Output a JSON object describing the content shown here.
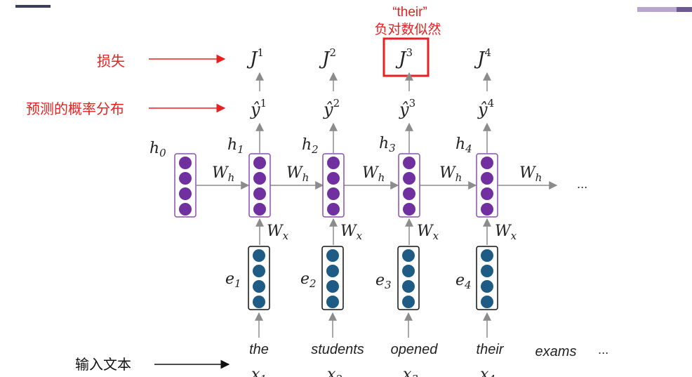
{
  "colors": {
    "hidden_fill": "#7030a0",
    "hidden_border": "#8a4fb0",
    "embed_fill": "#1f5c85",
    "annotation_red": "#e8201f",
    "arrow_gray": "#8c8c8c",
    "top_bar_dark": "#3a3f5c",
    "top_bar_purple": "#b8a6cf"
  },
  "labels": {
    "loss": "损失",
    "pred_dist": "预测的概率分布",
    "input_text": "输入文本",
    "highlight_word": "“their”",
    "highlight_desc": "负对数似然",
    "h0": "0",
    "Wh": "h",
    "Wx": "x",
    "ellipsis": "..."
  },
  "steps": [
    {
      "t": "1",
      "word": "the"
    },
    {
      "t": "2",
      "word": "students"
    },
    {
      "t": "3",
      "word": "opened"
    },
    {
      "t": "4",
      "word": "their"
    }
  ],
  "extra_word": "exams"
}
